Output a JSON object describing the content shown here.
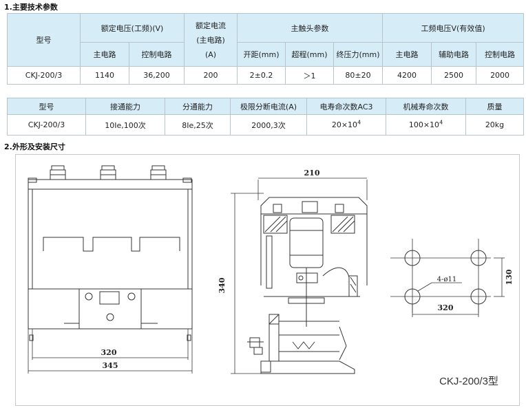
{
  "section1": {
    "title": "1.主要技术参数"
  },
  "table1": {
    "model_header": "型号",
    "rated_voltage_header": "额定电压(工频)(V)",
    "rated_current_header": [
      "额定电流",
      "(主电路)",
      "(A)"
    ],
    "main_contact_header": "主触头参数",
    "power_freq_header": "工频电压V(有效值)",
    "sub_headers": [
      "主电路",
      "控制电路",
      "开距(mm)",
      "超程(mm)",
      "终压力(mm)",
      "主电路",
      "辅助电路",
      "控制电路"
    ],
    "row": [
      "CKJ-200/3",
      "1140",
      "36,200",
      "200",
      "2±0.2",
      "＞1",
      "80±20",
      "4200",
      "2500",
      "2000"
    ]
  },
  "table2": {
    "headers": [
      "型号",
      "接通能力",
      "分通能力",
      "极限分断电流(A)",
      "电寿命次数AC3",
      "机械寿命次数",
      "质量"
    ],
    "row": [
      "CKJ-200/3",
      "10Ie,100次",
      "8Ie,25次",
      "2000,3次",
      "20×10",
      "100×10",
      "20kg"
    ],
    "exponents": [
      "4",
      "4"
    ]
  },
  "section2": {
    "title": "2.外形及安装尺寸"
  },
  "drawing": {
    "dim_320_front": "320",
    "dim_345": "345",
    "dim_210": "210",
    "dim_340": "340",
    "dim_130": "130",
    "dim_320_mount": "320",
    "hole_label": "4-ø11",
    "caption": "CKJ-200/3型"
  }
}
